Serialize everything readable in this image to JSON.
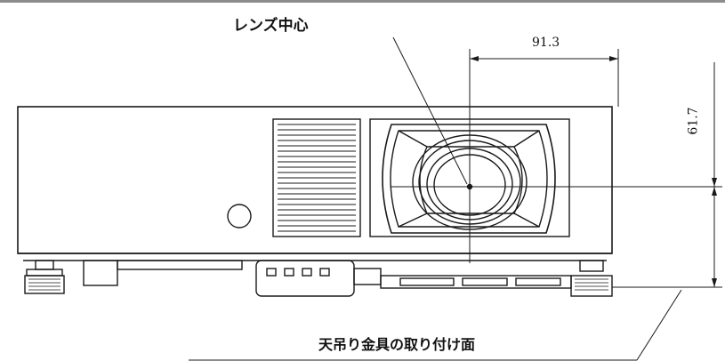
{
  "labels": {
    "lens_center": "レンズ中心",
    "mount_surface": "天吊り金具の取り付け面"
  },
  "dimensions": {
    "horizontal": "91.3",
    "vertical": "61.7"
  }
}
